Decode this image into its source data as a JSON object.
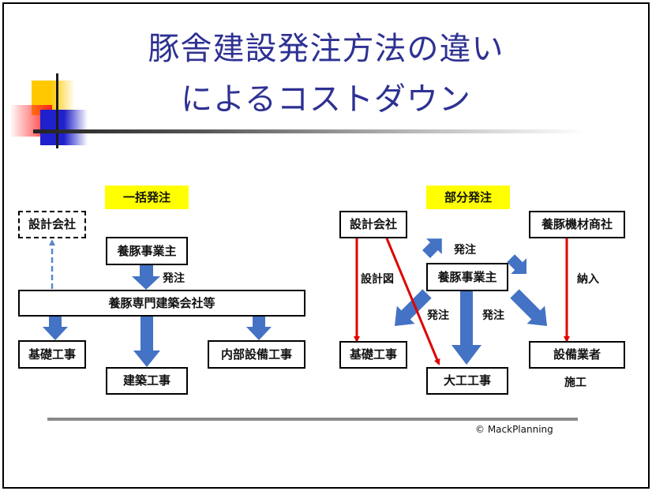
{
  "slide": {
    "title_line1": "豚舎建設発注方法の違い",
    "title_line2": "によるコストダウン",
    "title_color": "#2e3192",
    "copyright": "© MackPlanning"
  },
  "left_diagram": {
    "heading": "一括発注",
    "design_company": "設計会社",
    "owner": "養豚事業主",
    "order_label": "発注",
    "general_contractor": "養豚専門建築会社等",
    "sub_foundation": "基礎工事",
    "sub_building": "建築工事",
    "sub_interior": "内部設備工事"
  },
  "right_diagram": {
    "heading": "部分発注",
    "design_company": "設計会社",
    "equipment_trader": "養豚機材商社",
    "owner": "養豚事業主",
    "order_label_top": "発注",
    "order_label_left": "発注",
    "order_label_right": "発注",
    "drawing_label": "設計図",
    "delivery_label": "納入",
    "foundation": "基礎工事",
    "carpentry": "大工工事",
    "equipment_contractor": "設備業者",
    "construction_label": "施工"
  },
  "colors": {
    "highlight": "#ffff00",
    "order_arrow": "#4472c4",
    "flow_arrow": "#e00000",
    "design_link": "#5b87c9"
  }
}
